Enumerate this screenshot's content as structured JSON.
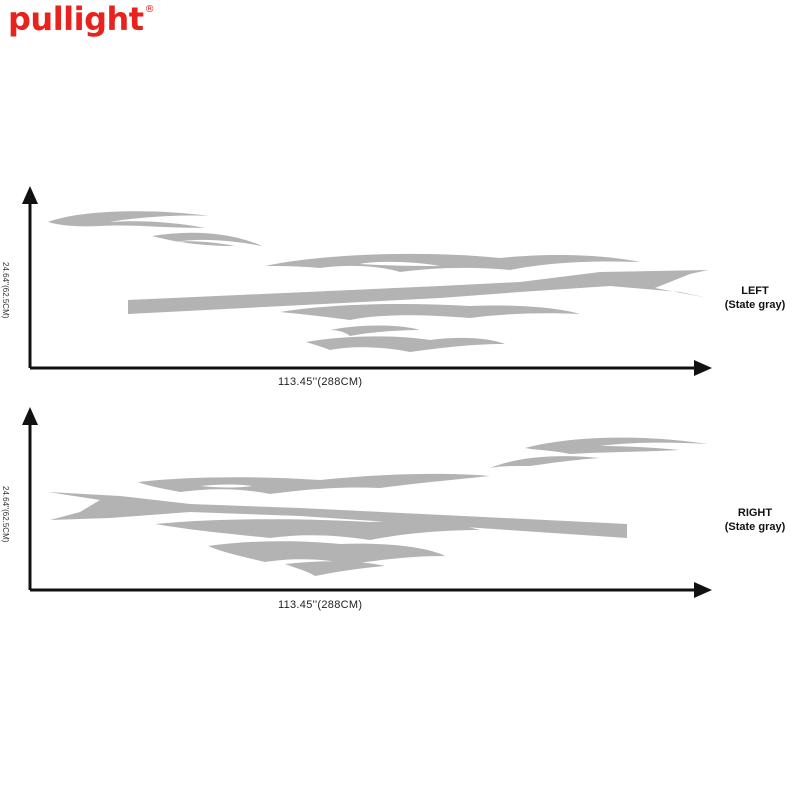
{
  "brand": {
    "name": "pullight",
    "mark": "®",
    "color": "#e8231e"
  },
  "decal_color": "#b3b3b3",
  "panels": [
    {
      "id": "left",
      "height_label": "24.64''(62.5CM)",
      "width_label": "113.45''(288CM)",
      "side": "LEFT",
      "color_name": "(State gray)"
    },
    {
      "id": "right",
      "height_label": "24.64''(62.5CM)",
      "width_label": "113.45''(288CM)",
      "side": "RIGHT",
      "color_name": "(State gray)"
    }
  ]
}
